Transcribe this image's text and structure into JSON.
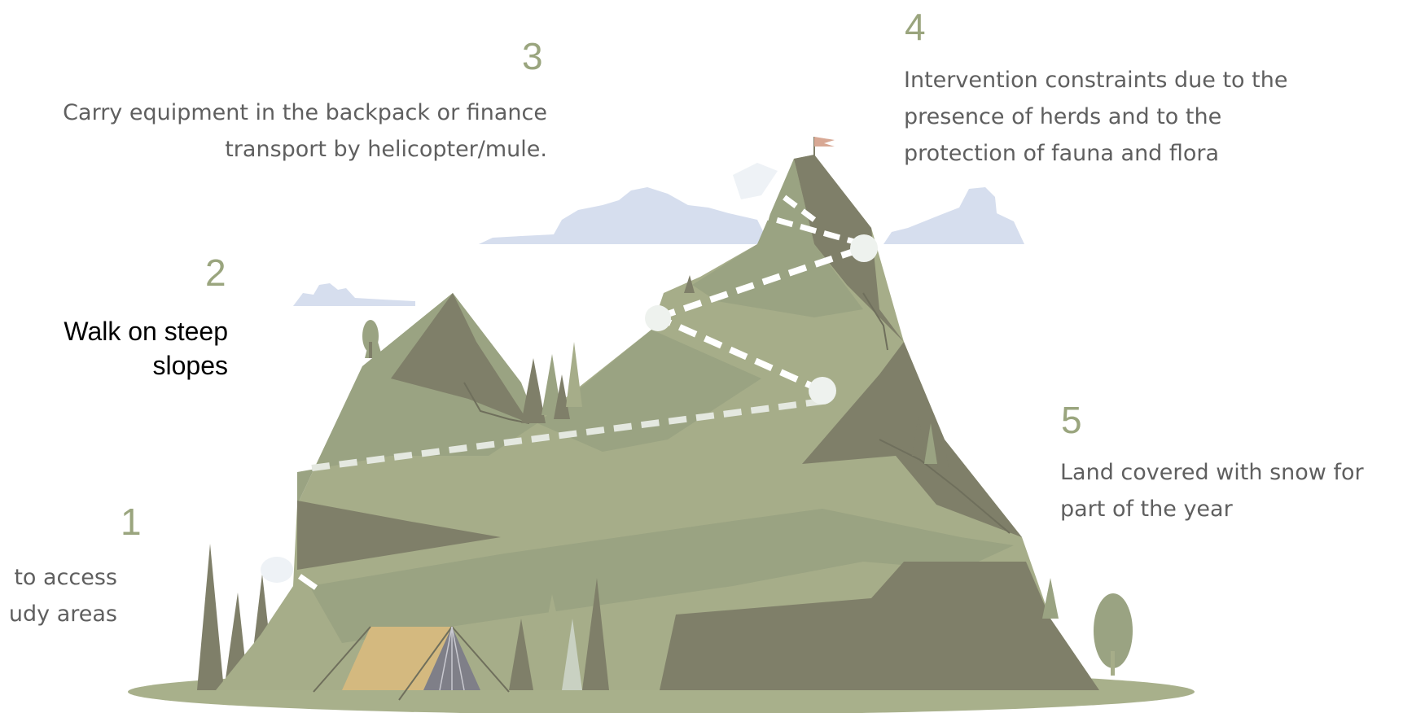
{
  "steps": [
    {
      "number": "1",
      "text": "to access\nudy areas"
    },
    {
      "number": "2",
      "text": "Walk on steep\nslopes"
    },
    {
      "number": "3",
      "text": "Carry equipment in the backpack or finance\ntransport by helicopter/mule."
    },
    {
      "number": "4",
      "text": "Intervention constraints due to the\npresence of herds and to the\nprotection of fauna and flora"
    },
    {
      "number": "5",
      "text": "Land covered with snow for\npart of the year"
    }
  ],
  "colors": {
    "number": "#9aa57e",
    "text": "#5f5f5f",
    "mountain_light": "#a6ad89",
    "mountain_mid": "#9aa382",
    "mountain_dark": "#7f7f69",
    "ground": "#a8b08b",
    "cloud": "#d6deee",
    "tent": "#d4b97f",
    "flag": "#d8a894",
    "path": "#e8ece6"
  }
}
